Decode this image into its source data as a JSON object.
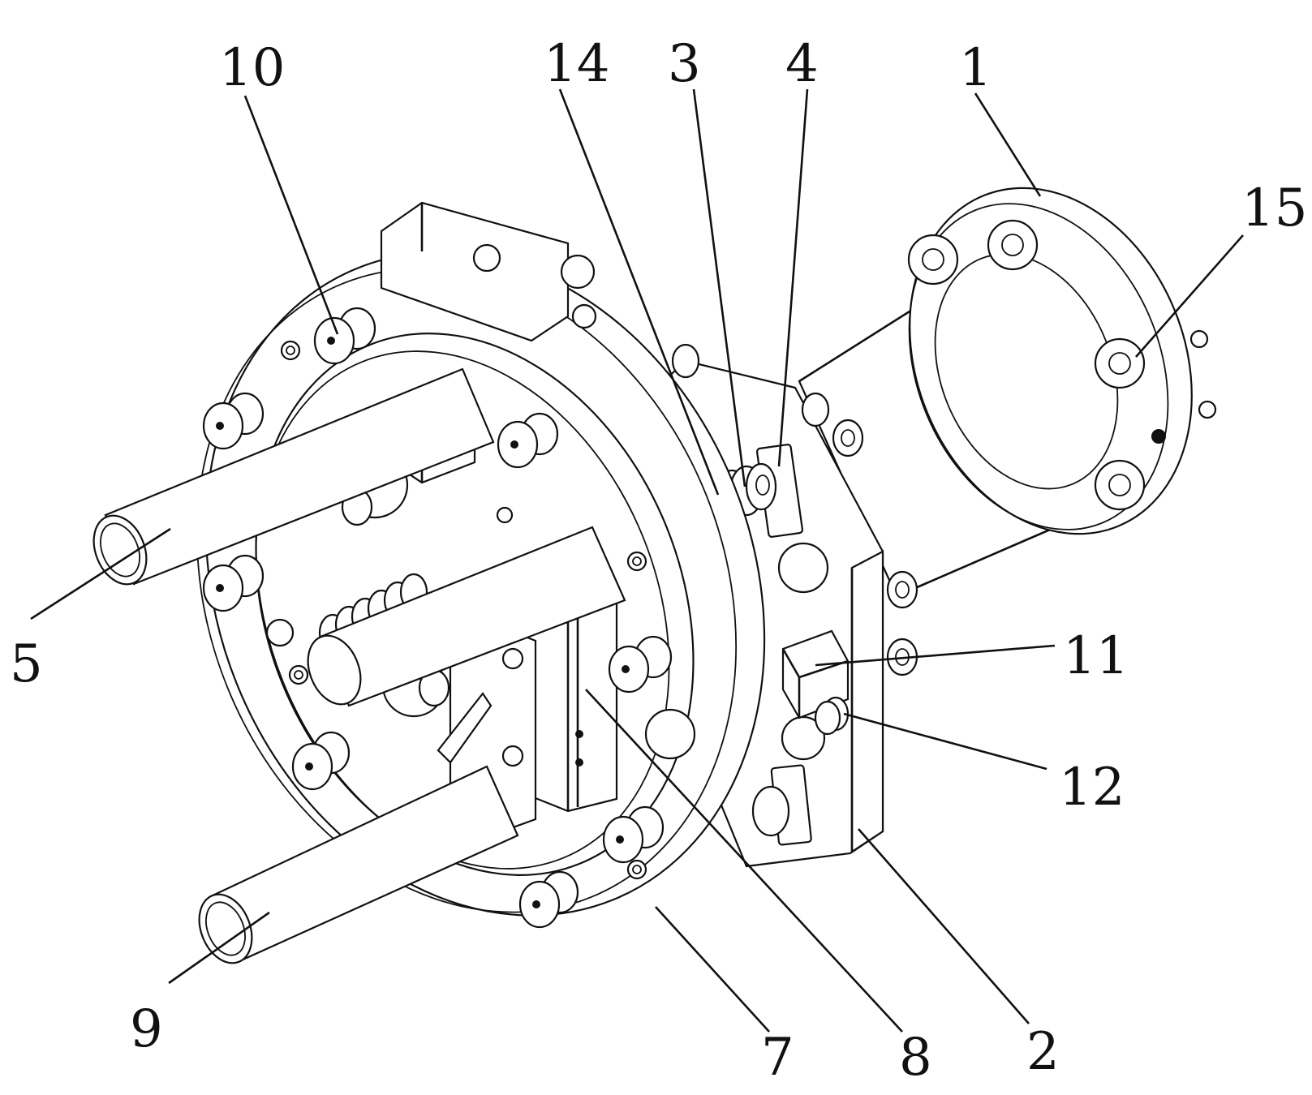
{
  "labels": [
    {
      "id": "1",
      "text": "1"
    },
    {
      "id": "2",
      "text": "2"
    },
    {
      "id": "3",
      "text": "3"
    },
    {
      "id": "4",
      "text": "4"
    },
    {
      "id": "5",
      "text": "5"
    },
    {
      "id": "7",
      "text": "7"
    },
    {
      "id": "8",
      "text": "8"
    },
    {
      "id": "9",
      "text": "9"
    },
    {
      "id": "10",
      "text": "10"
    },
    {
      "id": "11",
      "text": "11"
    },
    {
      "id": "12",
      "text": "12"
    },
    {
      "id": "14",
      "text": "14"
    },
    {
      "id": "15",
      "text": "15"
    }
  ]
}
